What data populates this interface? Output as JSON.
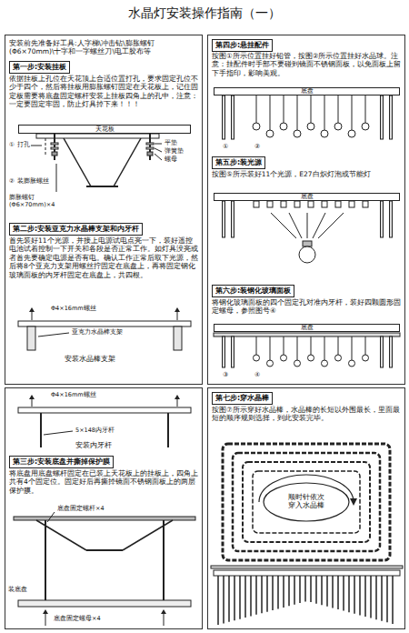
{
  "diagram": {
    "title": "水晶灯安装操作指南（一）",
    "nodes": [
      {
        "text": [
          "安装前先准备好工具:人字梯\\冲击钻\\膨胀螺钉(Φ6×70mm)\\十字和一字螺丝刀\\电工胶布等",
          "第一步:安装挂板",
          "依据挂板上孔位在天花顶上合适位置打孔，要求固定孔位不少于四个，然后将挂板用膨胀螺钉固定在天花板上，记住固定板需要将底盘固定螺杆安装上挂板四角上的孔中，注意：一定要固定牢固，防止灯具掉下来！！！",
          "第二步:安装亚克力水晶棒支架和内牙杆",
          "首先装好11个光源，并接上电源试电点亮一下，装好遥控电池试着控制一下开关和各段是否正常工作。如灯具没亮或者首先要确定电源是否有电。确认工作正常后取下光源，然后将8个亚克力支架用螺丝拧固定在底盘上，再将固定钢化玻璃面板的内牙杆固定在底盘上，共四根。"
        ]
      },
      {
        "text": [
          "天花板"
        ],
        "in": 0
      },
      {
        "text": [
          "第三步:安装底盘并撕掉保护膜",
          "将底盘用底盘螺杆固定在已装上天花板上的挂板上，四角上共有4个固定位。固定好后再撕掉镜面不锈钢面板上的两层保护膜。"
        ]
      },
      {
        "text": [
          "第四步:悬挂配件",
          "按图①所示位置挂好铅管，按图②所示位置挂好水晶球。注意：挂配件时手部不要碰到镜面不锈钢面板，以免面板上留下手指印，影响美观。",
          "第五步:装光源",
          "按图⑤所示装好11个光源，E27白炽灯泡或节能灯",
          "第六步:装钢化玻璃面板",
          "将钢化玻璃面板的四个固定孔对准内牙杆，装好四颗圆形固定螺母，参照图号④"
        ]
      },
      {
        "text": [
          "底盘"
        ],
        "in": 3
      },
      {
        "text": [
          "底盘"
        ],
        "in": 3
      },
      {
        "text": [
          "底盘"
        ],
        "in": 3
      },
      {
        "text": [
          "第七步:穿水晶棒",
          "按图⑦所示穿好水晶棒，水晶棒的长短以外围最长，里面最短的顺序规则选择，到此安装完毕。"
        ]
      },
      {
        "text": [
          "顺时针依次穿入水晶棒"
        ],
        "in": 7
      }
    ],
    "labels": [
      "①",
      "打孔",
      "②",
      "装膨胀螺丝",
      "膨胀螺钉(Φ6×70mm)×4",
      "平垫",
      "弹簧垫",
      "螺母",
      "Φ4×16mm螺丝",
      "亚克力水晶棒支架",
      "安装水晶棒支架",
      "Φ4×16mm螺丝",
      "5×148内牙杆",
      "安装内牙杆",
      "底盘固定螺杆×4",
      "装底盘",
      "底盘固定螺母×4",
      "①",
      "②",
      "③",
      "④"
    ]
  }
}
